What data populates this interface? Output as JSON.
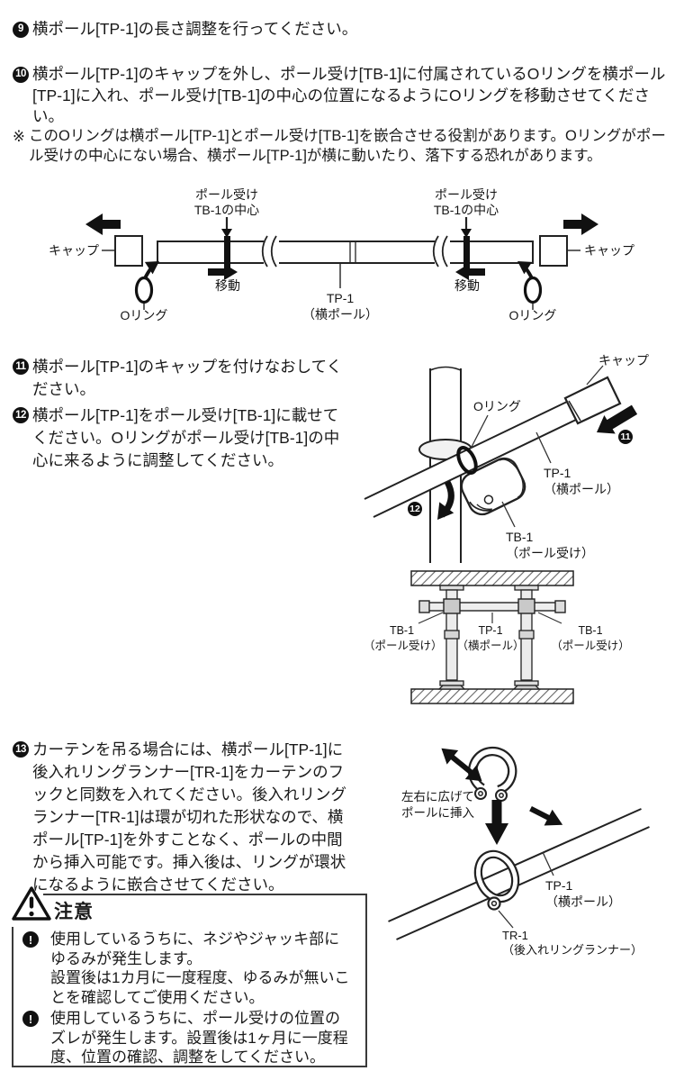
{
  "steps": [
    {
      "num": "9",
      "text": "横ポール[TP-1]の長さ調整を行ってください。"
    },
    {
      "num": "10",
      "text": "横ポール[TP-1]のキャップを外し、ポール受け[TB-1]に付属されているOリングを横ポール[TP-1]に入れ、ポール受け[TB-1]の中心の位置になるようにOリングを移動させてください。"
    },
    {
      "num": "11",
      "text": "横ポール[TP-1]のキャップを付けなおしてください。"
    },
    {
      "num": "12",
      "text": "横ポール[TP-1]をポール受け[TB-1]に載せてください。Oリングがポール受け[TB-1]の中心に来るように調整してください。"
    },
    {
      "num": "13",
      "text": "カーテンを吊る場合には、横ポール[TP-1]に後入れリングランナー[TR-1]をカーテンのフックと同数を入れてください。後入れリングランナー[TR-1]は環が切れた形状なので、横ポール[TP-1]を外すことなく、ポールの中間から挿入可能です。挿入後は、リングが環状になるように嵌合させてください。"
    }
  ],
  "note": {
    "marker": "※",
    "text": "このOリングは横ポール[TP-1]とポール受け[TB-1]を嵌合させる役割があります。Oリングがポール受けの中心にない場合、横ポール[TP-1]が横に動いたり、落下する恐れがあります。"
  },
  "diagram_pole_adjust": {
    "cap_left": "キャップ",
    "cap_right": "キャップ",
    "center_left": "ポール受け\nTB-1の中心",
    "center_right": "ポール受け\nTB-1の中心",
    "move_left": "移動",
    "move_right": "移動",
    "pole": "TP-1\n（横ポール）",
    "oring_left": "Oリング",
    "oring_right": "Oリング"
  },
  "diagram_mount": {
    "badge_11": "11",
    "badge_12": "12",
    "cap": "キャップ",
    "oring": "Oリング",
    "pole": "TP-1\n（横ポール）",
    "receiver": "TB-1\n（ポール受け）"
  },
  "diagram_installed": {
    "left": "TB-1\n（ポール受け）",
    "center": "TP-1\n（横ポール）",
    "right": "TB-1\n（ポール受け）"
  },
  "diagram_runner": {
    "insert": "左右に広げて\nポールに挿入",
    "pole": "TP-1\n（横ポール）",
    "runner": "TR-1\n（後入れリングランナー）"
  },
  "caution": {
    "title": "注意",
    "items": [
      {
        "icon": "!",
        "line1": "使用しているうちに、ネジやジャッキ部にゆるみが発生します。",
        "line2": "設置後は1カ月に一度程度、ゆるみが無いことを確認してご使用ください。"
      },
      {
        "icon": "!",
        "line1": "使用しているうちに、ポール受けの位置のズレが発生します。設置後は1ヶ月に一度程度、位置の確認、調整をしてください。",
        "line2": ""
      }
    ]
  }
}
